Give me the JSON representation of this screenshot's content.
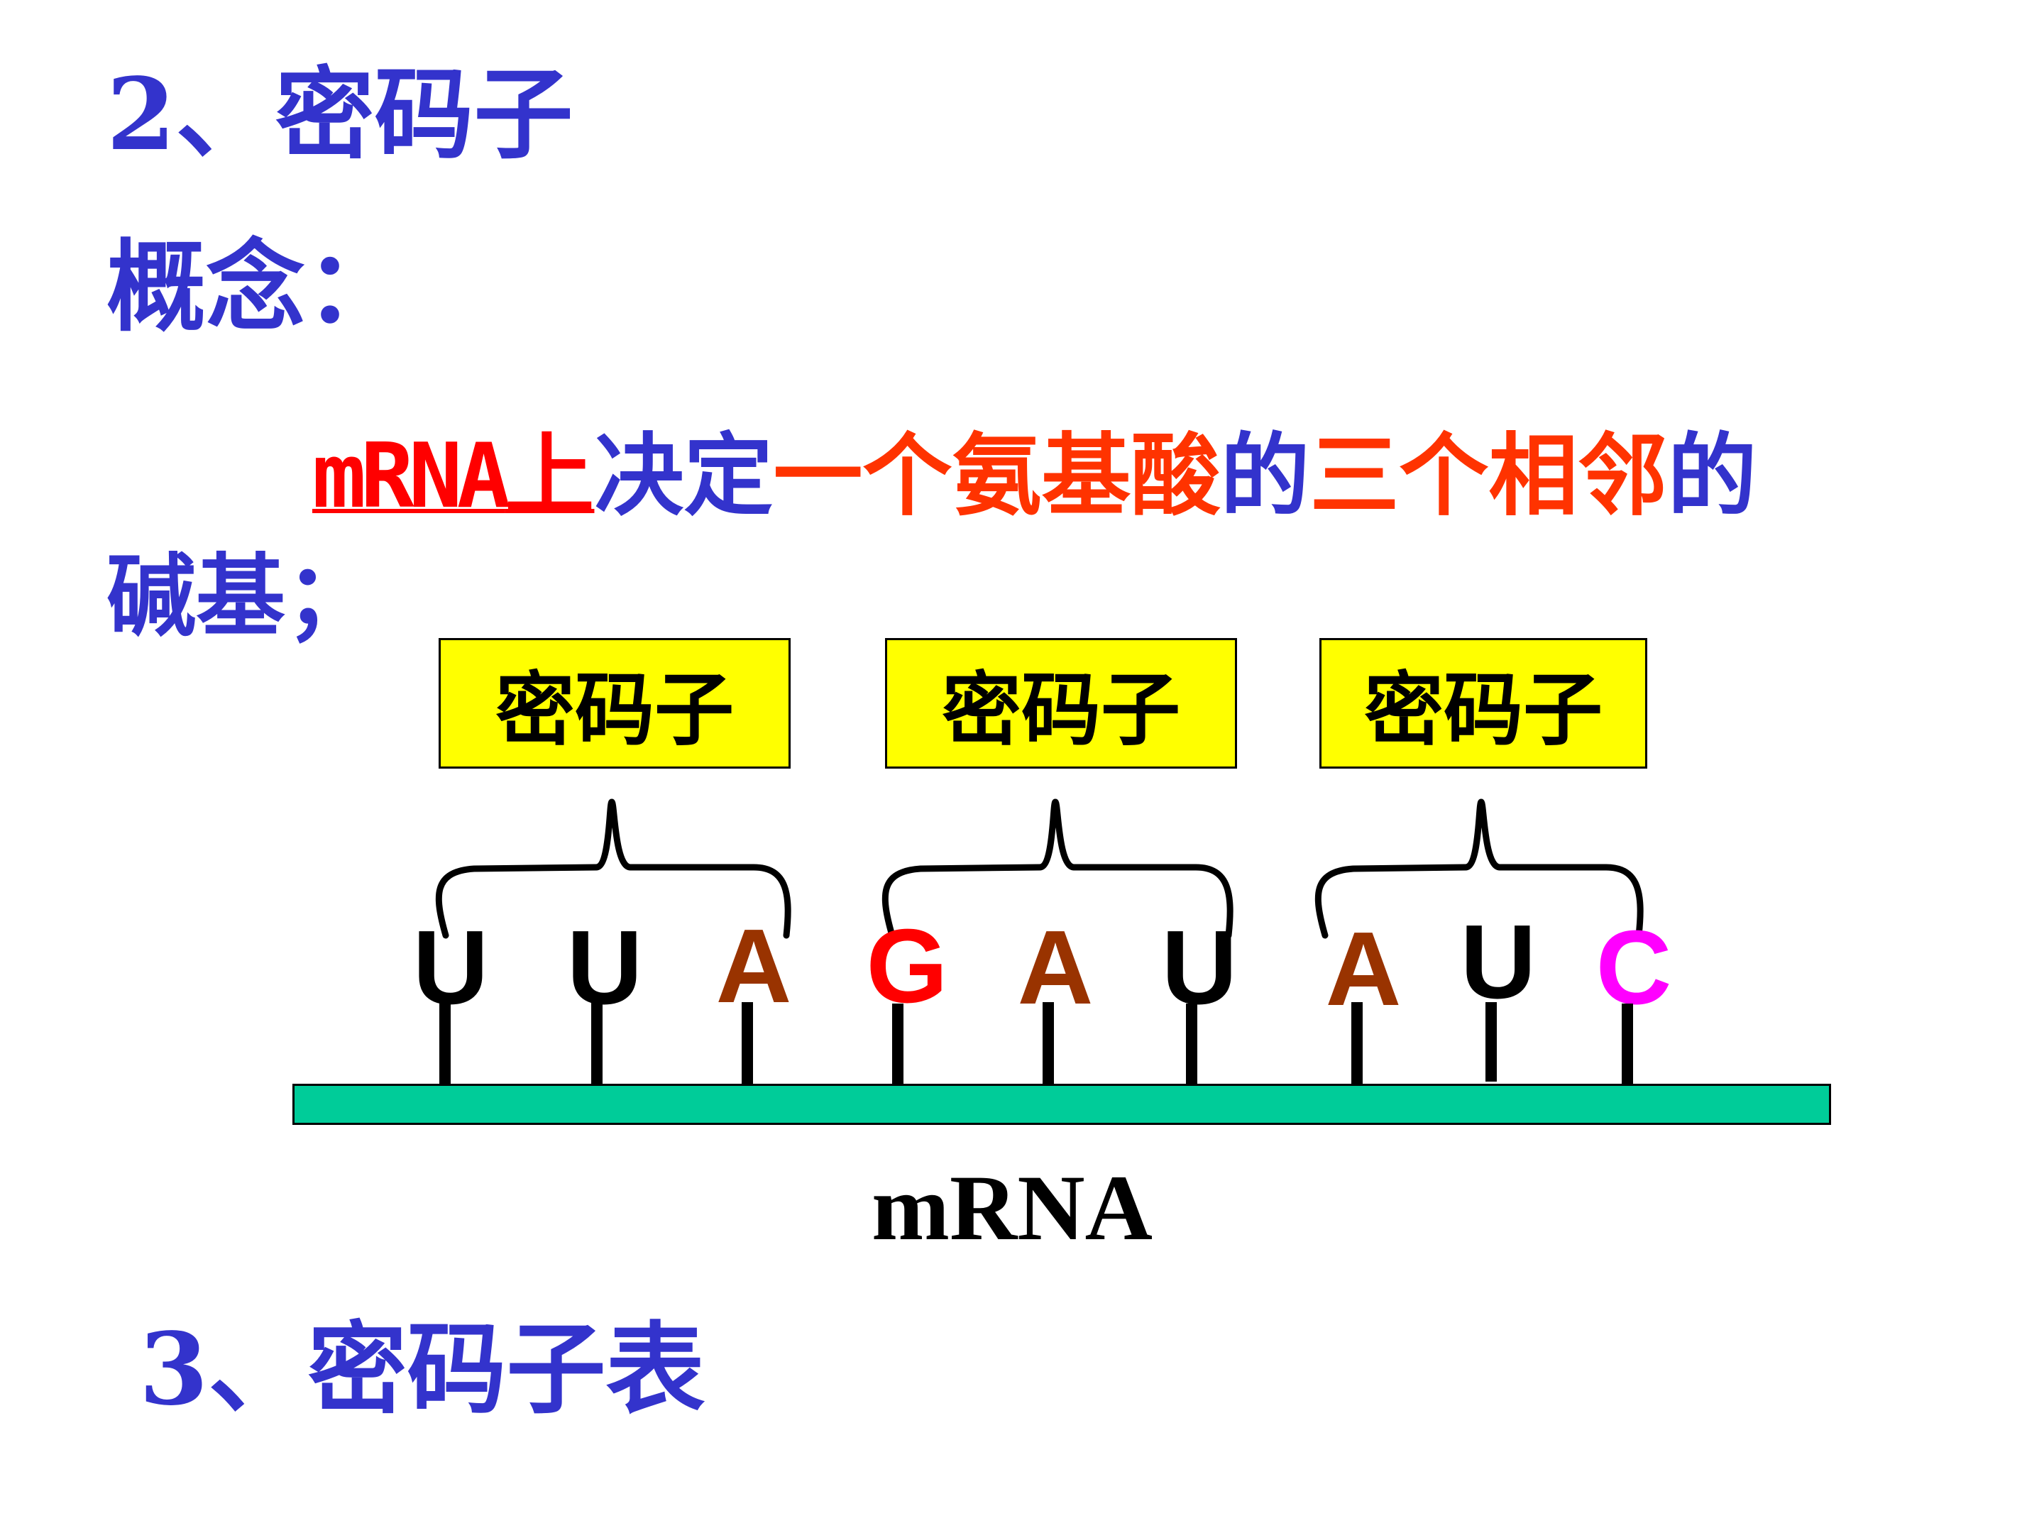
{
  "section2": {
    "number": "2、",
    "title": "密码子"
  },
  "concept_label": "概念：",
  "definition": {
    "p1": "mRNA",
    "p2": "上",
    "p3": "决定",
    "p4": "一个氨基酸",
    "p5": "的",
    "p6": "三个相邻",
    "p7": "的",
    "p8": "碱基；"
  },
  "codon_label": "密码子",
  "bases": [
    "U",
    "U",
    "A",
    "G",
    "A",
    "U",
    "A",
    "U",
    "C"
  ],
  "base_colors": [
    "#000000",
    "#000000",
    "#993300",
    "#ff0000",
    "#993300",
    "#000000",
    "#993300",
    "#000000",
    "#ff00ff"
  ],
  "strand_label": "mRNA",
  "section3": {
    "number": "3、",
    "title": "密码子表"
  }
}
